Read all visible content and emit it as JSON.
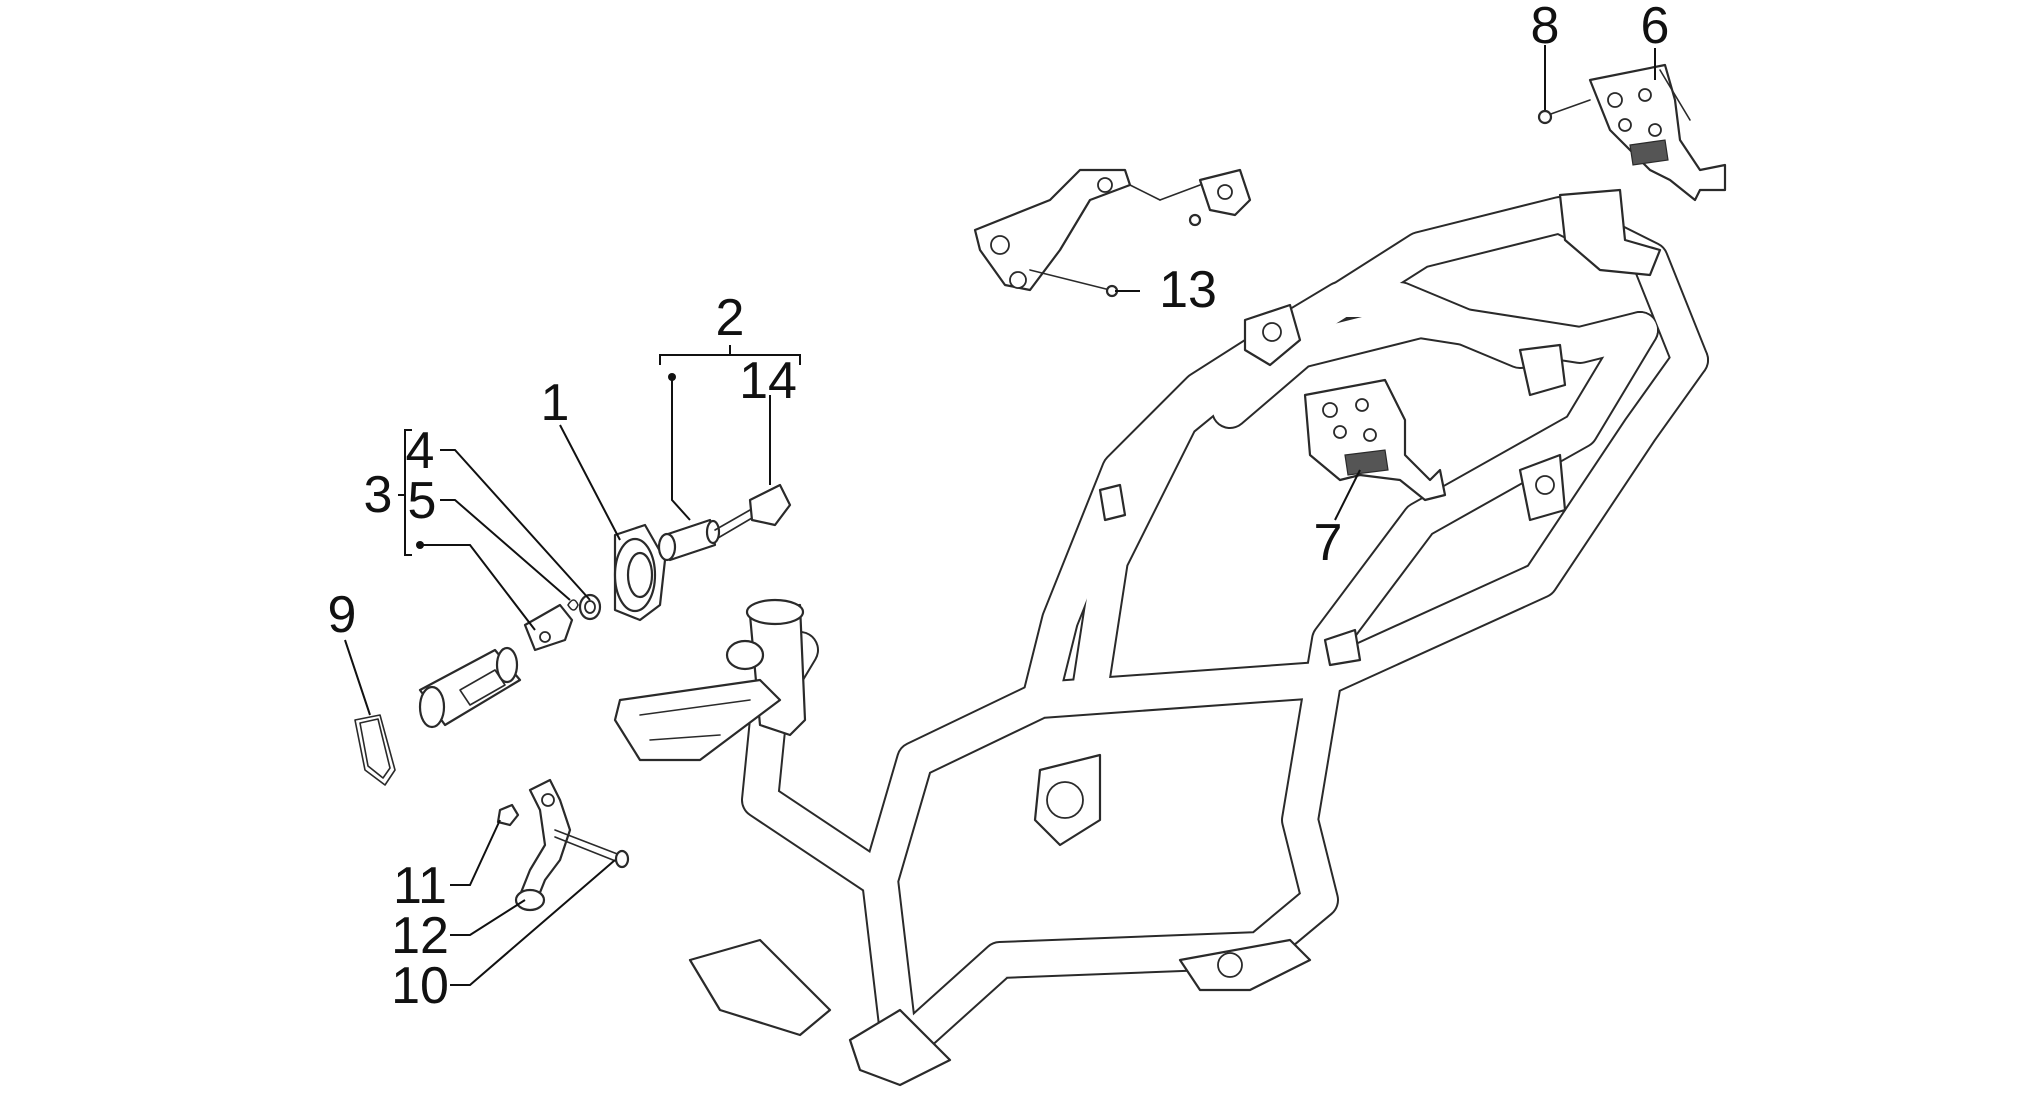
{
  "diagram": {
    "callouts": [
      {
        "id": "c1",
        "label": "1"
      },
      {
        "id": "c2",
        "label": "2"
      },
      {
        "id": "c3",
        "label": "3"
      },
      {
        "id": "c4",
        "label": "4"
      },
      {
        "id": "c5",
        "label": "5"
      },
      {
        "id": "c6",
        "label": "6"
      },
      {
        "id": "c7",
        "label": "7"
      },
      {
        "id": "c8",
        "label": "8"
      },
      {
        "id": "c9",
        "label": "9"
      },
      {
        "id": "c10",
        "label": "10"
      },
      {
        "id": "c11",
        "label": "11"
      },
      {
        "id": "c12",
        "label": "12"
      },
      {
        "id": "c13",
        "label": "13"
      },
      {
        "id": "c14",
        "label": "14"
      }
    ],
    "colors": {
      "line": "#2a2a2a",
      "text": "#111111",
      "background": "#ffffff"
    }
  }
}
